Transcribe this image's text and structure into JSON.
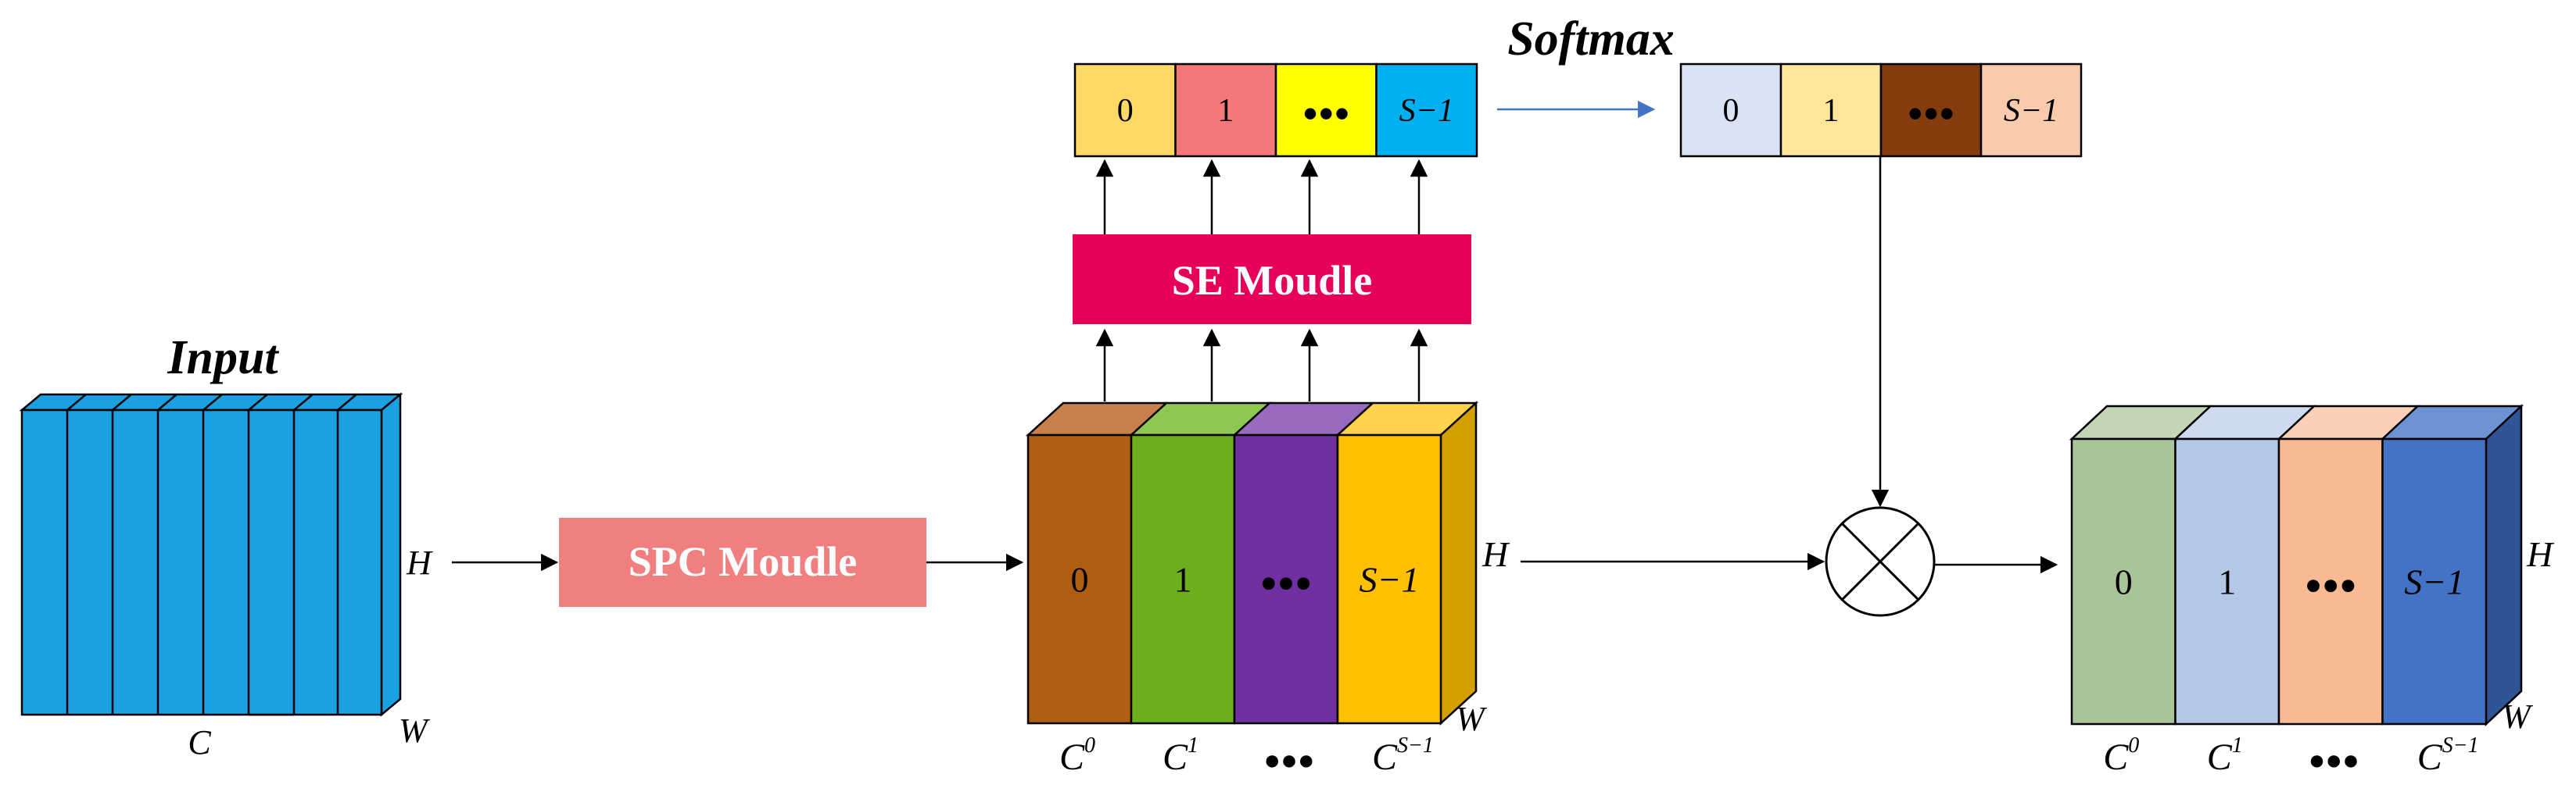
{
  "input": {
    "title": "Input",
    "h_label": "H",
    "w_label": "W",
    "c_label": "C",
    "color": "#1BA1E2"
  },
  "spc": {
    "label": "SPC Moudle",
    "color": "#F08080"
  },
  "se": {
    "label": "SE Moudle",
    "color": "#E6005A"
  },
  "softmax": {
    "title": "Softmax"
  },
  "split": {
    "segments": [
      {
        "text": "0",
        "color": "#B05E14",
        "top": "#C9814C"
      },
      {
        "text": "1",
        "color": "#6BAE1E",
        "top": "#8EC752"
      },
      {
        "text": "●●●",
        "color": "#7030A0",
        "top": "#9A6ABF"
      },
      {
        "text": "S−1",
        "color": "#FFC000",
        "top": "#FFD24D"
      }
    ],
    "side_color": "#D4A000",
    "h_label": "H",
    "w_label": "W",
    "c_labels": [
      "C",
      "C",
      "●●●",
      "C"
    ],
    "c_sup": [
      "0",
      "1",
      "",
      "S−1"
    ]
  },
  "se_vector": {
    "cells": [
      {
        "text": "0",
        "color": "#FFD966"
      },
      {
        "text": "1",
        "color": "#F4777A"
      },
      {
        "text": "●●●",
        "color": "#FFFF00"
      },
      {
        "text": "S−1",
        "color": "#00B0F0"
      }
    ]
  },
  "softmax_vector": {
    "cells": [
      {
        "text": "0",
        "color": "#DAE3F3"
      },
      {
        "text": "1",
        "color": "#FFE699"
      },
      {
        "text": "●●●",
        "color": "#843C0C"
      },
      {
        "text": "S−1",
        "color": "#F8CBAD"
      }
    ]
  },
  "output": {
    "segments": [
      {
        "text": "0",
        "color": "#A9C499",
        "top": "#C2D6B5"
      },
      {
        "text": "1",
        "color": "#B4C7E7",
        "top": "#CDDAF0"
      },
      {
        "text": "●●●",
        "color": "#F8B993",
        "top": "#FAD1B8"
      },
      {
        "text": "S−1",
        "color": "#4472C4",
        "top": "#6E93D4"
      }
    ],
    "side_color": "#2F5597",
    "h_label": "H",
    "w_label": "W",
    "c_labels": [
      "C",
      "C",
      "●●●",
      "C"
    ],
    "c_sup": [
      "0",
      "1",
      "",
      "S−1"
    ]
  }
}
